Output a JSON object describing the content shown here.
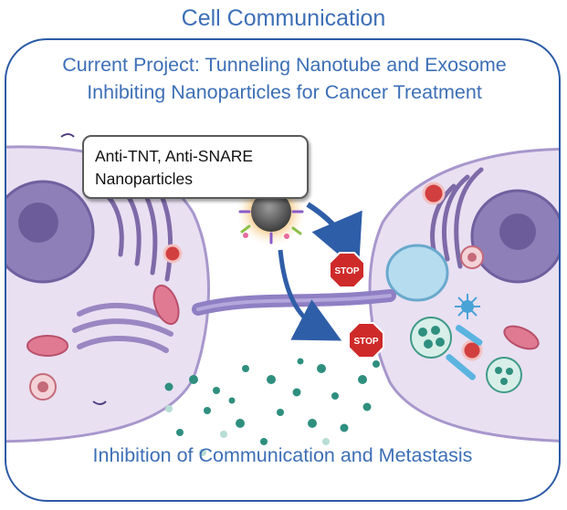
{
  "title": "Cell Communication",
  "subtitle": "Current Project: Tunneling Nanotube and Exosome Inhibiting Nanoparticles for Cancer Treatment",
  "callout": {
    "line1": "Anti-TNT, Anti-SNARE",
    "line2": "Nanoparticles"
  },
  "stop_sign_upper": {
    "label": "STOP"
  },
  "stop_sign_lower": {
    "label": "STOP"
  },
  "footer": "Inhibition of Communication and Metastasis",
  "colors": {
    "text_blue": "#3d6fb6",
    "frame_blue": "#2b5aa5",
    "cell_purple": "#e6dcf0",
    "membrane_purple": "#9f8fc6",
    "nanotube_purple": "#8f7fc4",
    "arrow_blue": "#2f5ea8",
    "stop_red": "#cf2a2a",
    "exosome_teal": "#2f8f7f"
  }
}
